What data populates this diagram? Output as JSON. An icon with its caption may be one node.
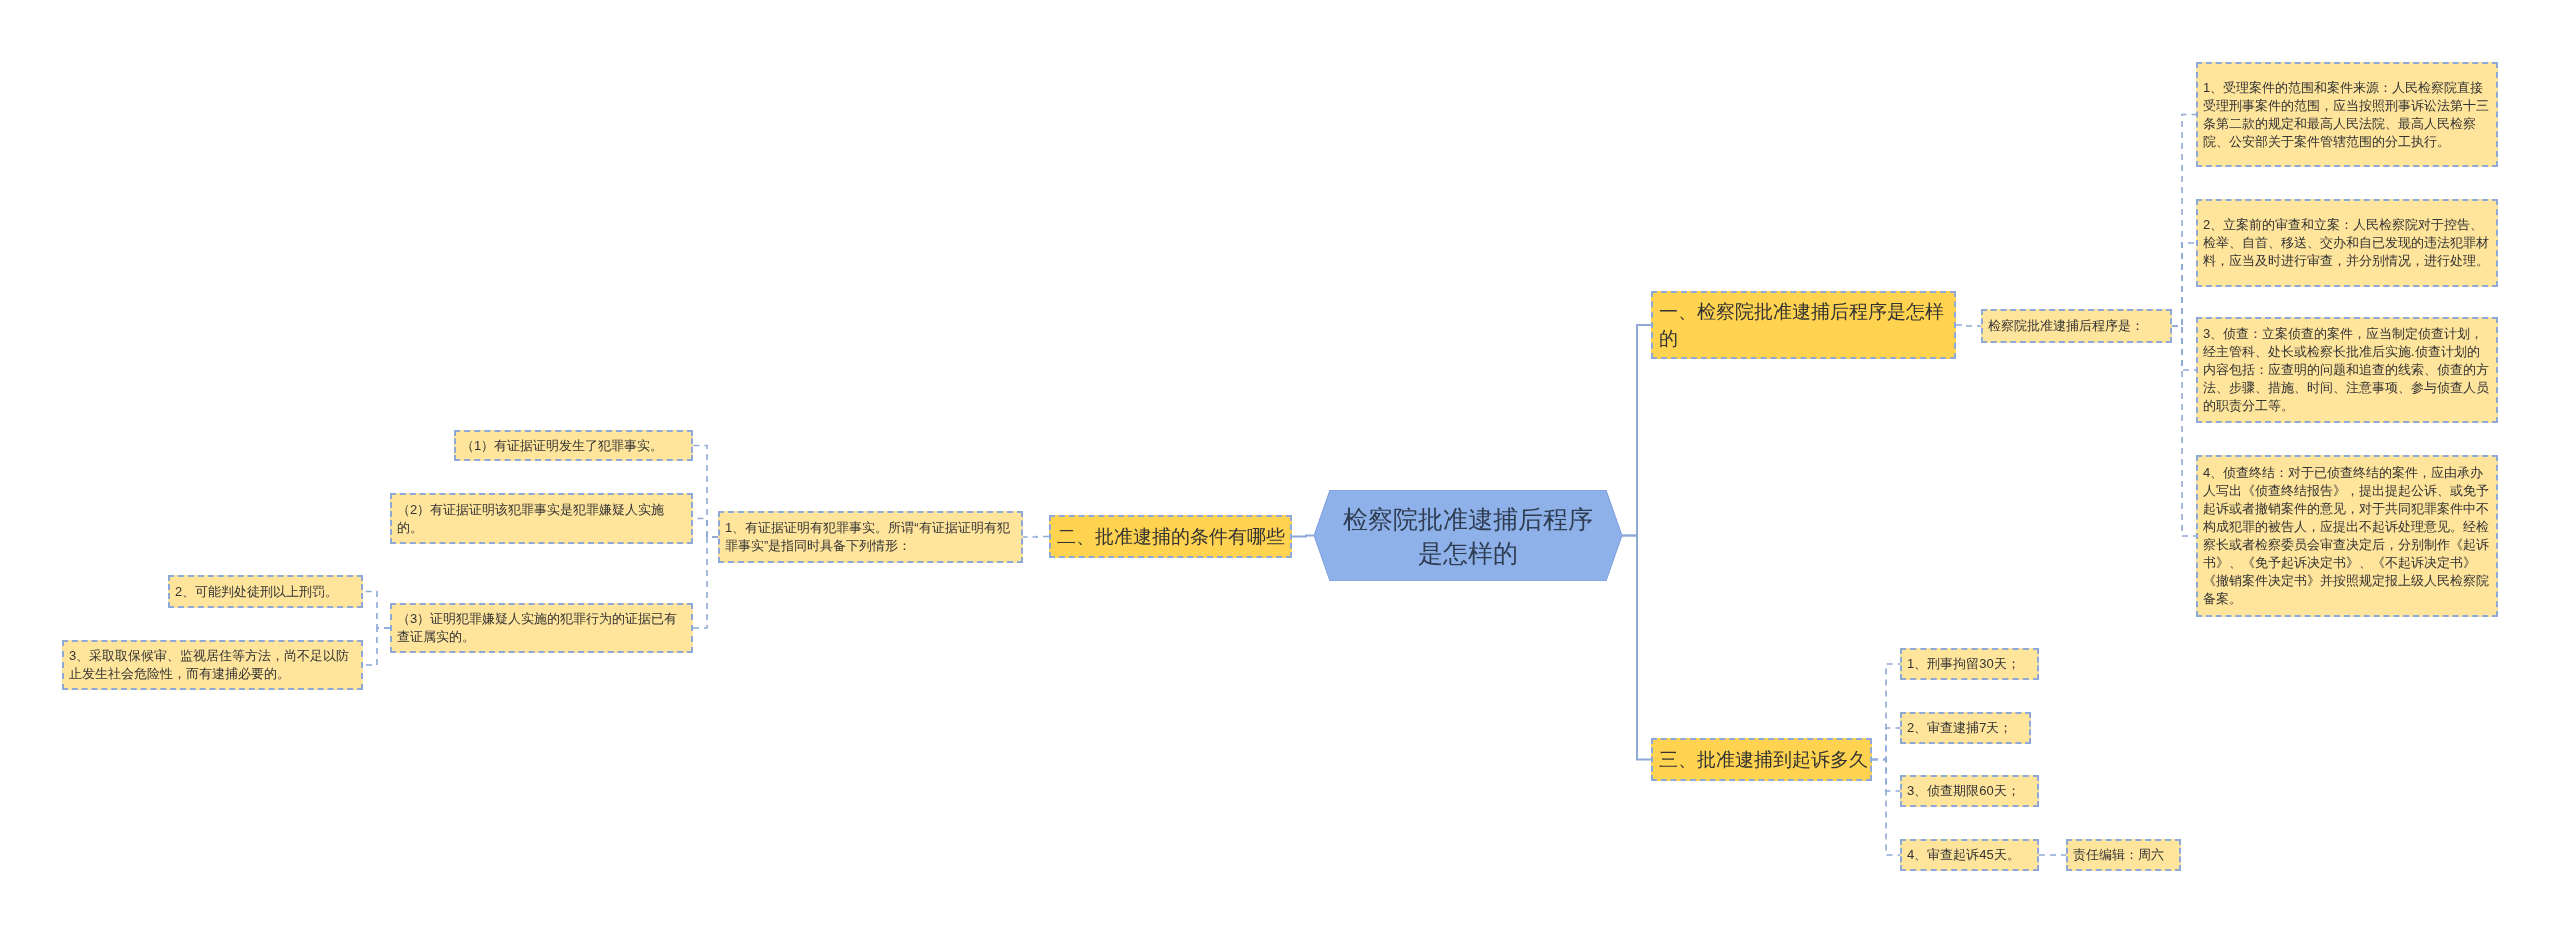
{
  "diagram": {
    "nodes": [
      {
        "text": [
          "检察院批准逮捕后程序是怎样的"
        ]
      },
      {
        "text": [
          "一、检察院批准逮捕后程序是怎样的"
        ]
      },
      {
        "text": [
          "检察院批准逮捕后程序是："
        ]
      },
      {
        "text": [
          "1、受理案件的范围和案件来源：人民检察院直接受理刑事案件的范围，应当按照刑事诉讼法第十三条第二款的规定和最高人民法院、最高人民检察院、公安部关于案件管辖范围的分工执行。"
        ]
      },
      {
        "text": [
          "2、立案前的审查和立案：人民检察院对于控告、检举、自首、移送、交办和自已发现的违法犯罪材料，应当及时进行审查，并分别情况，进行处理。"
        ]
      },
      {
        "text": [
          "3、侦查：立案侦查的案件，应当制定侦查计划，经主管科、处长或检察长批准后实施.侦查计划的内容包括：应查明的问题和追查的线索、侦查的方法、步骤、措施、时间、注意事项、参与侦查人员的职责分工等。"
        ]
      },
      {
        "text": [
          "4、侦查终结：对于已侦查终结的案件，应由承办人写出《侦查终结报告》，提出提起公诉、或免予起诉或者撤销案件的意见，对于共同犯罪案件中不构成犯罪的被告人，应提出不起诉处理意见。经检察长或者检察委员会审查决定后，分别制作《起诉书》、《免予起诉决定书》、《不起诉决定书》《撤销案件决定书》并按照规定报上级人民检察院备案。"
        ]
      },
      {
        "text": [
          "二、批准逮捕的条件有哪些"
        ]
      },
      {
        "text": [
          "1、有证据证明有犯罪事实。所谓“有证据证明有犯罪事实”是指同时具备下列情形："
        ]
      },
      {
        "text": [
          "（1）有证据证明发生了犯罪事实。"
        ]
      },
      {
        "text": [
          "（2）有证据证明该犯罪事实是犯罪嫌疑人实施的。"
        ]
      },
      {
        "text": [
          "（3）证明犯罪嫌疑人实施的犯罪行为的证据已有查证属实的。"
        ]
      },
      {
        "text": [
          "2、可能判处徒刑以上刑罚。"
        ]
      },
      {
        "text": [
          "3、采取取保候审、监视居住等方法，尚不足以防止发生社会危险性，而有逮捕必要的。"
        ]
      },
      {
        "text": [
          "三、批准逮捕到起诉多久"
        ]
      },
      {
        "text": [
          "1、刑事拘留30天；"
        ]
      },
      {
        "text": [
          "2、审查逮捕7天；"
        ]
      },
      {
        "text": [
          "3、侦查期限60天；"
        ]
      },
      {
        "text": [
          "4、审查起诉45天。"
        ]
      },
      {
        "text": [
          "责任编辑：周六"
        ]
      }
    ],
    "edges": [
      {
        "from": 0,
        "to": 1,
        "arrow": "none"
      },
      {
        "from": 0,
        "to": 7,
        "arrow": "none"
      },
      {
        "from": 0,
        "to": 14,
        "arrow": "none"
      },
      {
        "from": 1,
        "to": 2,
        "arrow": "none",
        "style": "dashed"
      },
      {
        "from": 2,
        "to": 3,
        "arrow": "none",
        "style": "dashed"
      },
      {
        "from": 2,
        "to": 4,
        "arrow": "none",
        "style": "dashed"
      },
      {
        "from": 2,
        "to": 5,
        "arrow": "none",
        "style": "dashed"
      },
      {
        "from": 2,
        "to": 6,
        "arrow": "none",
        "style": "dashed"
      },
      {
        "from": 7,
        "to": 8,
        "arrow": "none",
        "style": "dashed"
      },
      {
        "from": 8,
        "to": 9,
        "arrow": "none",
        "style": "dashed"
      },
      {
        "from": 8,
        "to": 10,
        "arrow": "none",
        "style": "dashed"
      },
      {
        "from": 8,
        "to": 11,
        "arrow": "none",
        "style": "dashed"
      },
      {
        "from": 11,
        "to": 12,
        "arrow": "none",
        "style": "dashed"
      },
      {
        "from": 11,
        "to": 13,
        "arrow": "none",
        "style": "dashed"
      },
      {
        "from": 14,
        "to": 15,
        "arrow": "none",
        "style": "dashed"
      },
      {
        "from": 14,
        "to": 16,
        "arrow": "none",
        "style": "dashed"
      },
      {
        "from": 14,
        "to": 17,
        "arrow": "none",
        "style": "dashed"
      },
      {
        "from": 14,
        "to": 18,
        "arrow": "none",
        "style": "dashed"
      },
      {
        "from": 18,
        "to": 19,
        "arrow": "none",
        "style": "dashed"
      }
    ]
  }
}
